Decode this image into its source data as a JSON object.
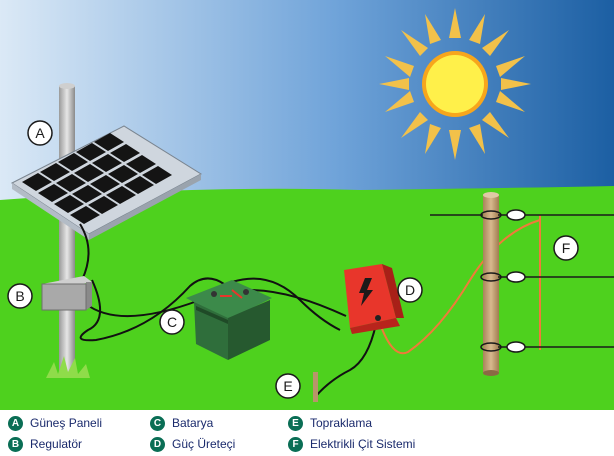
{
  "markers": {
    "A": "A",
    "B": "B",
    "C": "C",
    "D": "D",
    "E": "E",
    "F": "F"
  },
  "legend": {
    "items": [
      {
        "letter": "A",
        "label": "Güneş Paneli"
      },
      {
        "letter": "B",
        "label": "Regulatör"
      },
      {
        "letter": "C",
        "label": "Batarya"
      },
      {
        "letter": "D",
        "label": "Güç Üreteçi"
      },
      {
        "letter": "E",
        "label": "Topraklama"
      },
      {
        "letter": "F",
        "label": "Elektrikli Çit Sistemi"
      }
    ]
  },
  "colors": {
    "sky_light": "#dbe9f6",
    "sky_dark": "#1c5fa3",
    "grass": "#4ed11e",
    "sun": "#fff04a",
    "sun_rays": "#f2c14a",
    "panel_cells": "#1a1a1a",
    "energizer": "#e8362b",
    "battery": "#2f6e3b",
    "fence_wire": "#f07a3a",
    "legend_badge": "#0a6e55"
  }
}
